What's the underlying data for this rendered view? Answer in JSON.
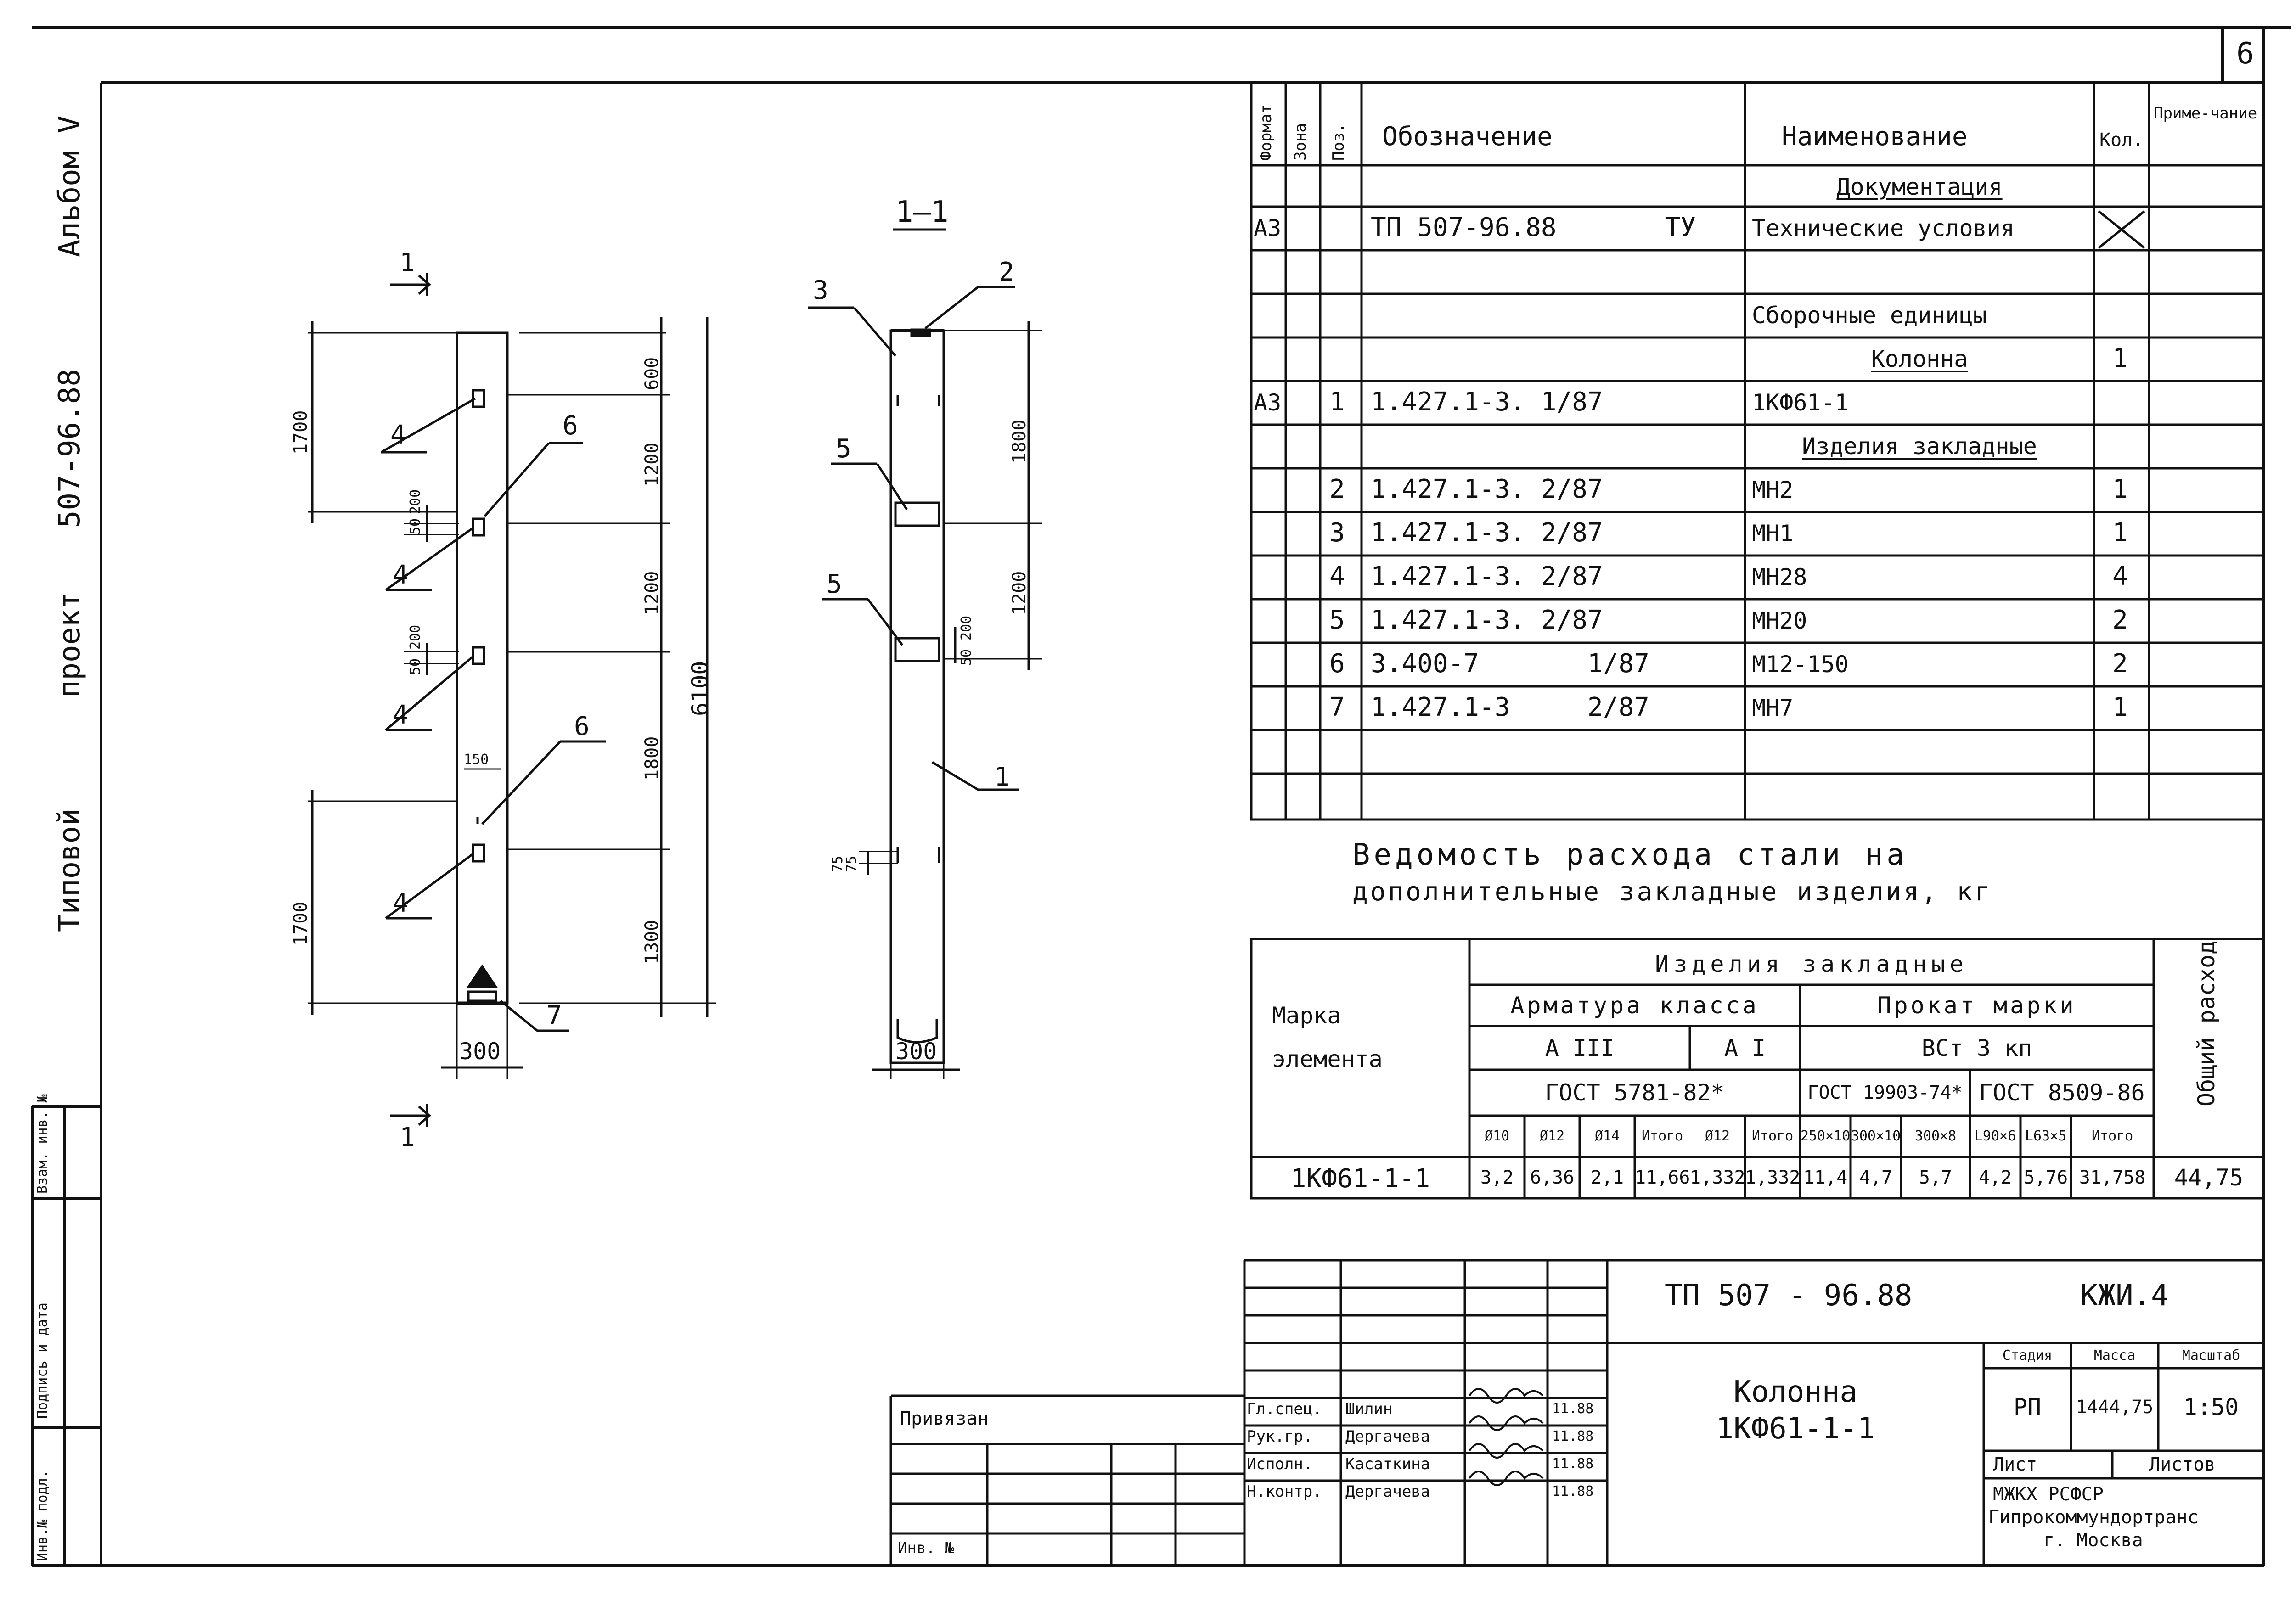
{
  "sheet": {
    "page_number": "6"
  },
  "side_margin": {
    "labels": [
      "Типовой",
      "проект",
      "507-96.88",
      "Альбом V"
    ],
    "stamp_cells": [
      "Инв.№ подл.",
      "Подпись и дата",
      "Взам. инв. №"
    ]
  },
  "spec": {
    "headers": {
      "format": "Формат",
      "zone": "Зона",
      "pos": "Поз.",
      "designation": "Обозначение",
      "name": "Наименование",
      "qty": "Кол.",
      "note": "Приме-чание"
    },
    "rows": [
      {
        "format": "",
        "pos": "",
        "designation": "",
        "name": "Документация",
        "qty": "",
        "heading": true
      },
      {
        "format": "А3",
        "pos": "",
        "designation": "ТП 507-96.88       ТУ",
        "name": "Технические условия",
        "qty": "",
        "crossed": true
      },
      {
        "format": "",
        "pos": "",
        "designation": "",
        "name": "",
        "qty": ""
      },
      {
        "format": "",
        "pos": "",
        "designation": "",
        "name": "Сборочные единицы",
        "qty": ""
      },
      {
        "format": "",
        "pos": "",
        "designation": "",
        "name": "Колонна",
        "qty": "1",
        "heading": true
      },
      {
        "format": "А3",
        "pos": "1",
        "designation": "1.427.1-3. 1/87",
        "name": "1КФ61-1",
        "qty": ""
      },
      {
        "format": "",
        "pos": "",
        "designation": "",
        "name": "Изделия закладные",
        "qty": "",
        "heading": true
      },
      {
        "format": "",
        "pos": "2",
        "designation": "1.427.1-3. 2/87",
        "name": "МН2",
        "qty": "1"
      },
      {
        "format": "",
        "pos": "3",
        "designation": "1.427.1-3. 2/87",
        "name": "МН1",
        "qty": "1"
      },
      {
        "format": "",
        "pos": "4",
        "designation": "1.427.1-3. 2/87",
        "name": "МН28",
        "qty": "4"
      },
      {
        "format": "",
        "pos": "5",
        "designation": "1.427.1-3. 2/87",
        "name": "МН20",
        "qty": "2"
      },
      {
        "format": "",
        "pos": "6",
        "designation": "3.400-7       1/87",
        "name": "М12-150",
        "qty": "2"
      },
      {
        "format": "",
        "pos": "7",
        "designation": "1.427.1-3     2/87",
        "name": "МН7",
        "qty": "1"
      },
      {
        "format": "",
        "pos": "",
        "designation": "",
        "name": "",
        "qty": ""
      },
      {
        "format": "",
        "pos": "",
        "designation": "",
        "name": "",
        "qty": ""
      }
    ]
  },
  "steel": {
    "title_line1": "Ведомость расхода стали на",
    "title_line2": "дополнительные закладные изделия, кг",
    "mark_header": "Марка элемента",
    "group_header": "Изделия закладные",
    "rebar_header": "Арматура класса",
    "rolled_header": "Прокат марки",
    "class_a3": "А III",
    "class_a1": "А I",
    "grade": "ВСт 3 кп",
    "gost_rebar": "ГОСТ 5781-82*",
    "gost_strip": "ГОСТ 19903-74*",
    "gost_angle": "ГОСТ 8509-86",
    "total_header": "Общий расход",
    "subcols": [
      "Ø10",
      "Ø12",
      "Ø14",
      "Итого",
      "Ø12",
      "Итого",
      "250×10",
      "300×10",
      "300×8",
      "L90×6",
      "L63×5",
      "Итого"
    ],
    "row": {
      "mark": "1КФ61-1-1",
      "values": [
        "3,2",
        "6,36",
        "2,1",
        "11,66",
        "1,332",
        "1,332",
        "11,4",
        "4,7",
        "5,7",
        "4,2",
        "5,76",
        "31,758"
      ],
      "total": "44,75"
    }
  },
  "view_left": {
    "section_mark": "1",
    "dims_right": [
      "600",
      "1200",
      "1200",
      "1800",
      "1300"
    ],
    "dim_overall": "6100",
    "dims_left": [
      "1700",
      "1700"
    ],
    "small_dims": [
      "50",
      "200",
      "50",
      "200"
    ],
    "dim_150": "150",
    "width": "300",
    "callouts": [
      "4",
      "6",
      "4",
      "4",
      "6",
      "4",
      "7"
    ]
  },
  "view_right": {
    "title": "1–1",
    "dims": [
      "1800",
      "1200"
    ],
    "small_dims": [
      "200",
      "50",
      "75",
      "75"
    ],
    "width": "300",
    "callouts": [
      "3",
      "2",
      "5",
      "5",
      "1"
    ]
  },
  "title_block": {
    "doc_code": "ТП 507 - 96.88",
    "sheet_code": "КЖИ.4",
    "name_line1": "Колонна",
    "name_line2": "1КФ61-1-1",
    "stage_label": "Стадия",
    "mass_label": "Масса",
    "scale_label": "Масштаб",
    "stage": "РП",
    "mass": "1444,75",
    "scale": "1:50",
    "sheet_label": "Лист",
    "sheets_label": "Листов",
    "org_line1": "МЖКХ      РСФСР",
    "org_line2": "Гипрокоммундортранс",
    "org_line3": "г. Москва",
    "linked": "Привязан",
    "inv": "Инв. №",
    "signers": [
      {
        "role": "Гл.спец.",
        "name": "Шилин",
        "date": "11.88"
      },
      {
        "role": "Рук.гр.",
        "name": "Дергачева",
        "date": "11.88"
      },
      {
        "role": "Исполн.",
        "name": "Касаткина",
        "date": "11.88"
      },
      {
        "role": "Н.контр.",
        "name": "Дергачева",
        "date": "11.88"
      }
    ]
  }
}
